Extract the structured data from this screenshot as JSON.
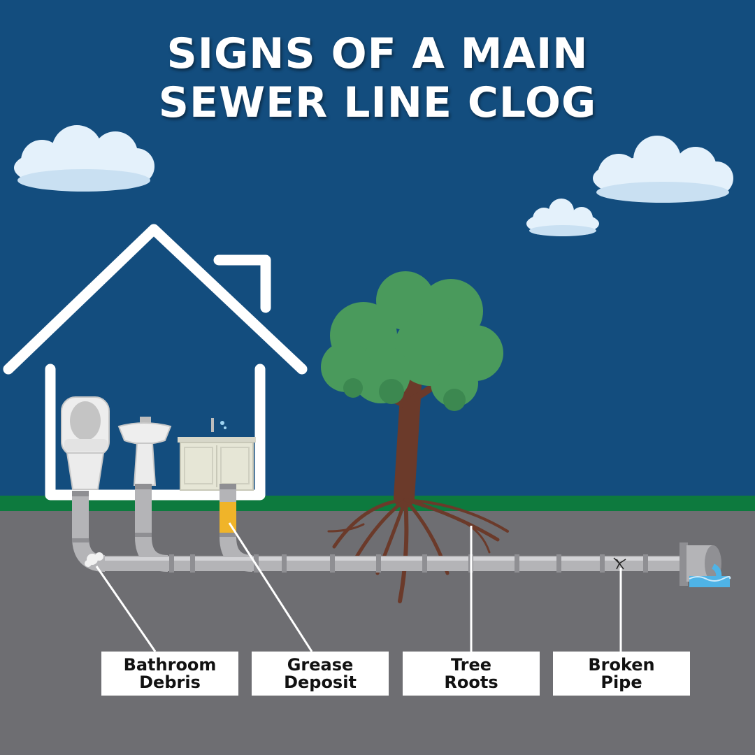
{
  "title": {
    "line1": "SIGNS OF A MAIN",
    "line2": "SEWER LINE CLOG"
  },
  "labels": [
    {
      "line1": "Bathroom",
      "line2": "Debris"
    },
    {
      "line1": "Grease",
      "line2": "Deposit"
    },
    {
      "line1": "Tree",
      "line2": "Roots"
    },
    {
      "line1": "Broken",
      "line2": "Pipe"
    }
  ],
  "colors": {
    "sky": "#134d7e",
    "grass": "#0d7a3e",
    "ground": "#6e6e72",
    "pipe": "#b4b4b7",
    "grease": "#f0b429",
    "foliage": "#4a9a5c",
    "trunk": "#6b3a2a",
    "water": "#4fb3e6"
  },
  "icons": [
    "cloud-icon",
    "house-outline-icon",
    "toilet-icon",
    "pedestal-sink-icon",
    "vanity-sink-icon",
    "tree-icon",
    "crack-icon",
    "outlet-pipe-icon"
  ]
}
